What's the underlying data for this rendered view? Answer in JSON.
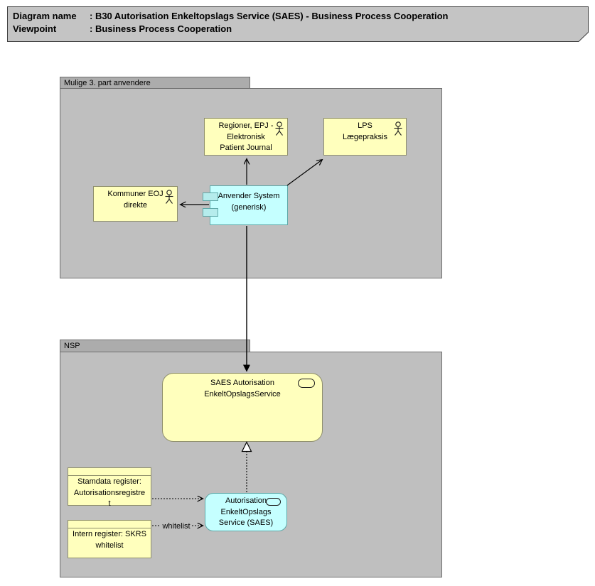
{
  "title": {
    "line1_label": "Diagram name",
    "line1_value": ": B30 Autorisation Enkeltopslags Service (SAES) - Business Process Cooperation",
    "line2_label": "Viewpoint",
    "line2_value": ": Business Process Cooperation"
  },
  "groups": {
    "third_party": {
      "label": "Mulige 3. part anvendere"
    },
    "nsp": {
      "label": "NSP"
    }
  },
  "nodes": {
    "regioner": {
      "label": "Regioner, EPJ -\nElektronisk\nPatient Journal",
      "type": "business-actor"
    },
    "lps": {
      "label": "LPS\nLægepraksis",
      "type": "business-actor"
    },
    "kommuner": {
      "label": "Kommuner EOJ\ndirekte",
      "type": "business-actor"
    },
    "anvender": {
      "label": "Anvender System\n(generisk)",
      "type": "application-component"
    },
    "saes_service": {
      "label": "SAES Autorisation\nEnkeltOpslagsService",
      "type": "service"
    },
    "autorisation_service": {
      "label": "Autorisation\nEnkeltOpslags\nService (SAES)",
      "type": "service"
    },
    "stamdata": {
      "label": "Stamdata register:\nAutorisationsregistre\nt",
      "type": "business-object"
    },
    "intern": {
      "label": "Intern register: SKRS\nwhitelist",
      "type": "business-object"
    }
  },
  "connectors": {
    "whitelist_label": "whitelist"
  },
  "icons": {
    "business_actor": "business-actor-icon",
    "service": "service-stadium-icon",
    "component": "component-ports-icon"
  },
  "colors": {
    "group_fill": "#BFBFBF",
    "group_tab_fill": "#ACACAC",
    "group_border": "#6E6E6E",
    "element_yellow_fill": "#FFFFBD",
    "element_yellow_border": "#8F8F6C",
    "element_cyan_fill": "#C5FFFF",
    "element_cyan_border": "#5FA8A8",
    "title_note_fill": "#C4C4C4",
    "connector_color": "#000000"
  }
}
